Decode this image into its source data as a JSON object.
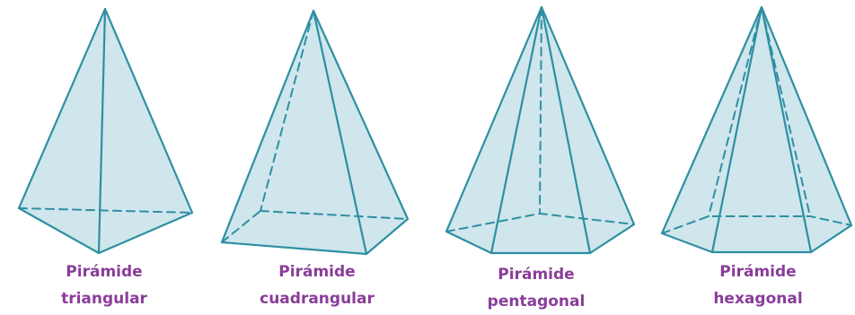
{
  "colors": {
    "caption": "#8a3d99",
    "edge": "#2e8fa3",
    "face": "#cfe6ec"
  },
  "pyramids": [
    {
      "shape": "triangular pyramid",
      "caption_line1": "Pirámide",
      "caption_line2": "triangular"
    },
    {
      "shape": "square pyramid",
      "caption_line1": "Pirámide",
      "caption_line2": "cuadrangular"
    },
    {
      "shape": "pentagonal pyramid",
      "caption_line1": "Pirámide",
      "caption_line2": "pentagonal"
    },
    {
      "shape": "hexagonal pyramid",
      "caption_line1": "Pirámide",
      "caption_line2": "hexagonal"
    }
  ]
}
